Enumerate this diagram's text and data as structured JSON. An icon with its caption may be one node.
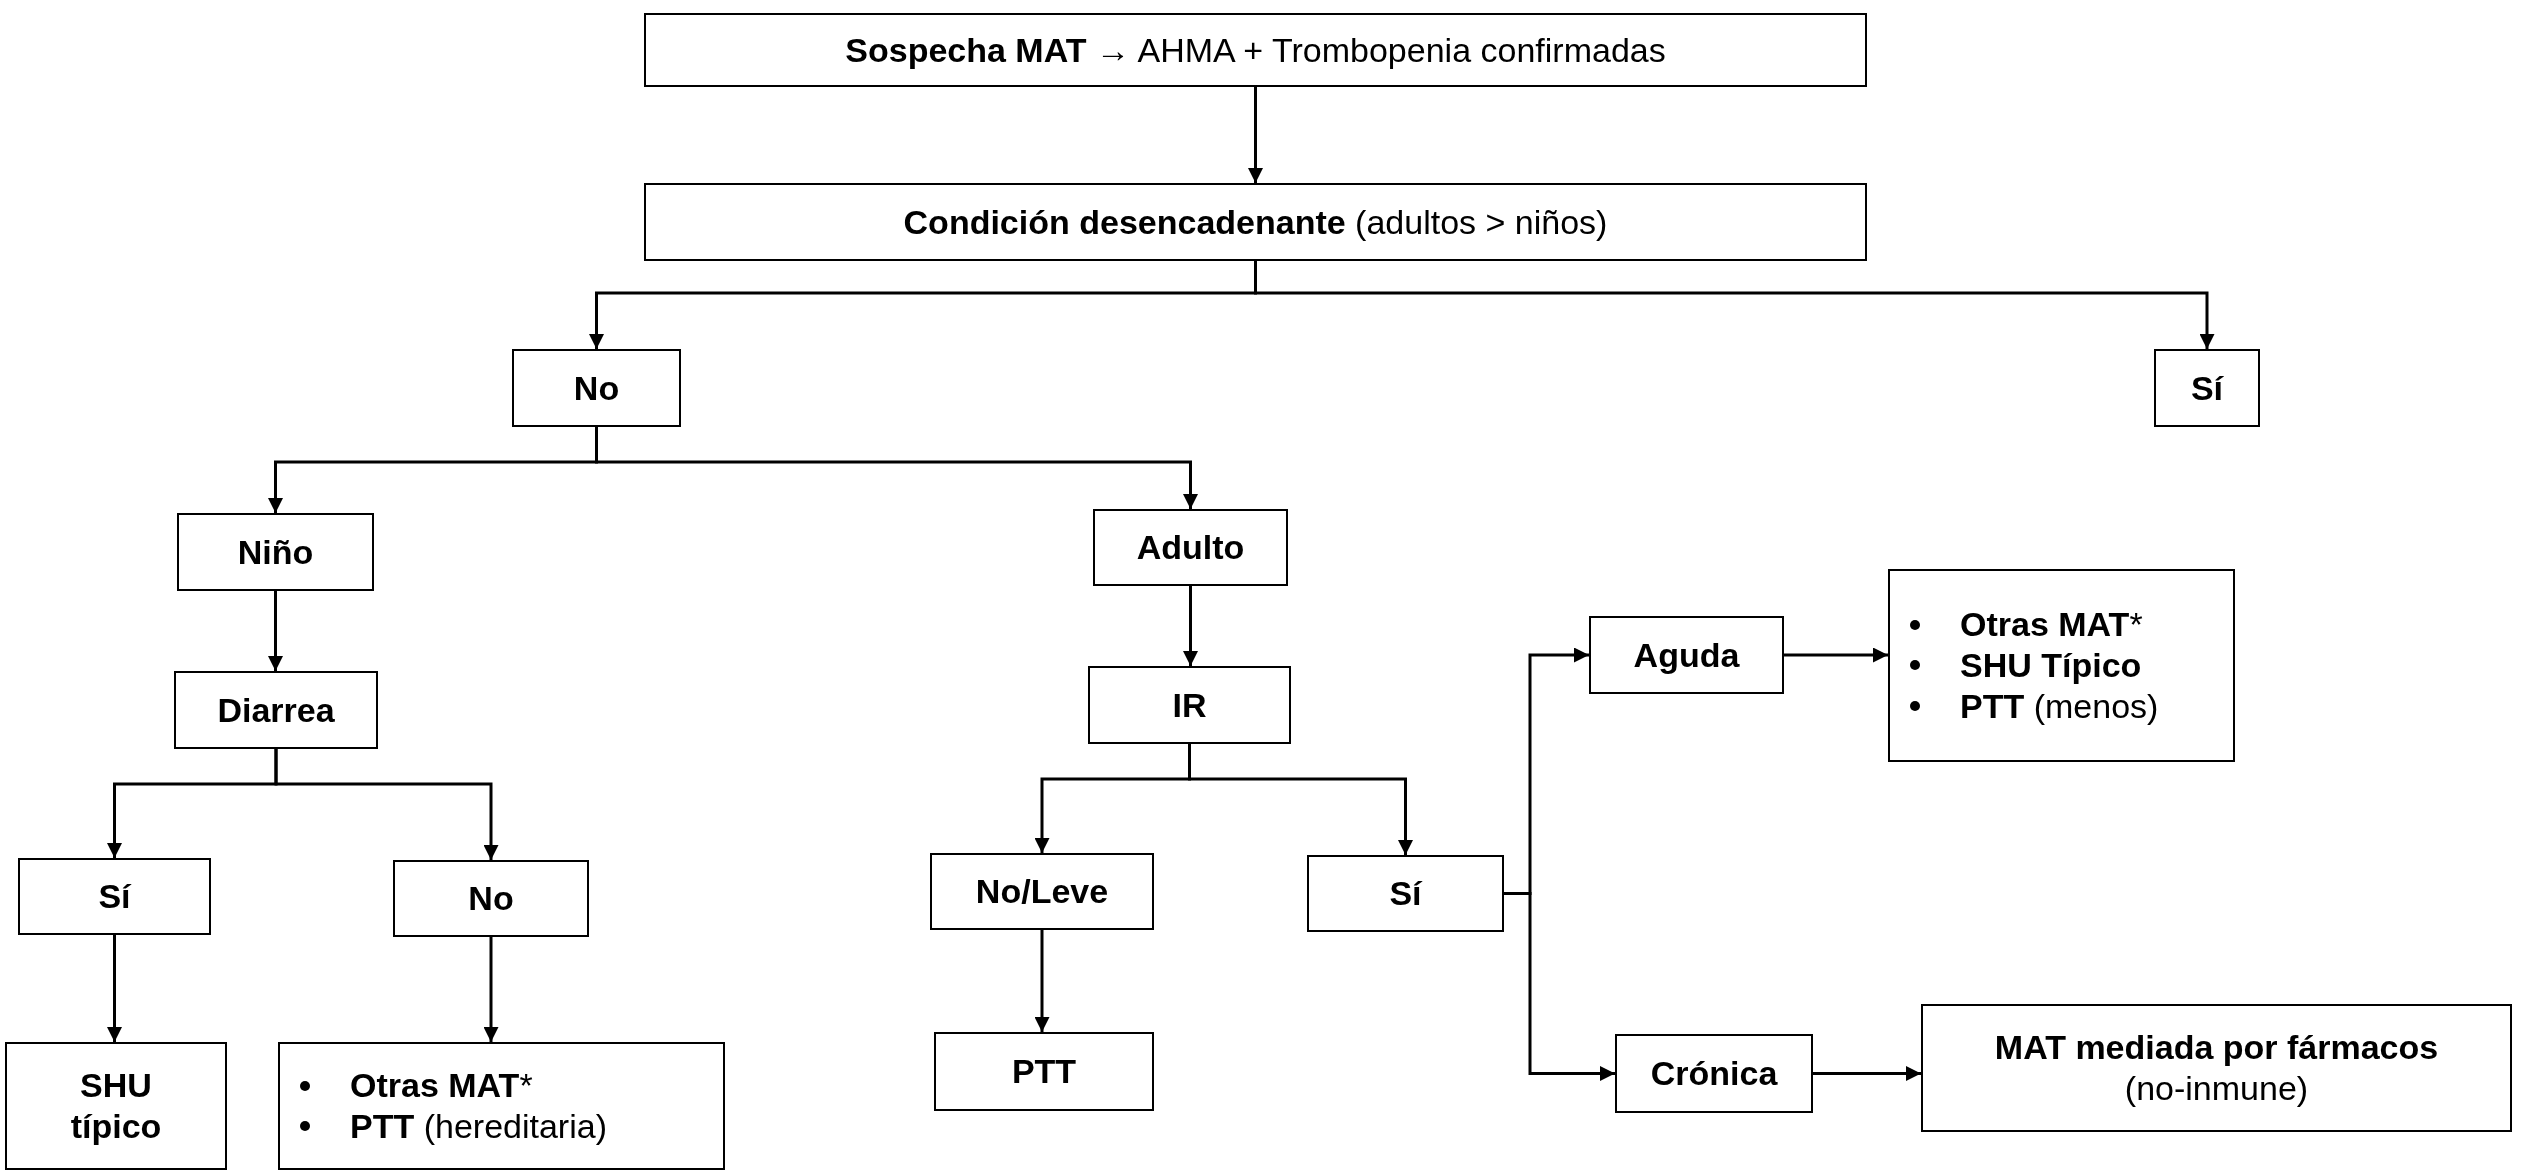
{
  "diagram": {
    "nodes": [
      {
        "text": [
          "**Sospecha MAT** → AHMA + Trombopenia confirmadas"
        ]
      },
      {
        "text": [
          "**Condición desencadenante** (adultos > niños)"
        ]
      },
      {
        "text": [
          "No"
        ]
      },
      {
        "text": [
          "Sí"
        ]
      },
      {
        "text": [
          "Niño"
        ]
      },
      {
        "text": [
          "Adulto"
        ]
      },
      {
        "text": [
          "Diarrea"
        ]
      },
      {
        "text": [
          "IR"
        ]
      },
      {
        "text": [
          "Sí"
        ]
      },
      {
        "text": [
          "No"
        ]
      },
      {
        "text": [
          "No/Leve"
        ]
      },
      {
        "text": [
          "Sí"
        ]
      },
      {
        "text": [
          "SHU típico"
        ]
      },
      {
        "text": [
          "**Otras MAT***",
          "**PTT** (hereditaria)"
        ]
      },
      {
        "text": [
          "PTT"
        ]
      },
      {
        "text": [
          "Aguda"
        ]
      },
      {
        "text": [
          "**Otras MAT***",
          "**SHU Típico**",
          "**PTT** (menos)"
        ]
      },
      {
        "text": [
          "Crónica"
        ]
      },
      {
        "text": [
          "**MAT mediada por fármacos**",
          "(no-inmune)"
        ]
      }
    ],
    "edges": [
      {
        "from": 0,
        "to": 1,
        "arrow": "to"
      },
      {
        "from": 1,
        "to": 2,
        "arrow": "to"
      },
      {
        "from": 1,
        "to": 3,
        "arrow": "to"
      },
      {
        "from": 2,
        "to": 4,
        "arrow": "to"
      },
      {
        "from": 2,
        "to": 5,
        "arrow": "to"
      },
      {
        "from": 4,
        "to": 6,
        "arrow": "to"
      },
      {
        "from": 5,
        "to": 7,
        "arrow": "to"
      },
      {
        "from": 6,
        "to": 8,
        "arrow": "to"
      },
      {
        "from": 6,
        "to": 9,
        "arrow": "to"
      },
      {
        "from": 7,
        "to": 10,
        "arrow": "to"
      },
      {
        "from": 7,
        "to": 11,
        "arrow": "to"
      },
      {
        "from": 8,
        "to": 12,
        "arrow": "to"
      },
      {
        "from": 9,
        "to": 13,
        "arrow": "to"
      },
      {
        "from": 10,
        "to": 14,
        "arrow": "to"
      },
      {
        "from": 11,
        "to": 15,
        "arrow": "to"
      },
      {
        "from": 11,
        "to": 17,
        "arrow": "to"
      },
      {
        "from": 15,
        "to": 16,
        "arrow": "to"
      },
      {
        "from": 17,
        "to": 18,
        "arrow": "to"
      }
    ]
  }
}
